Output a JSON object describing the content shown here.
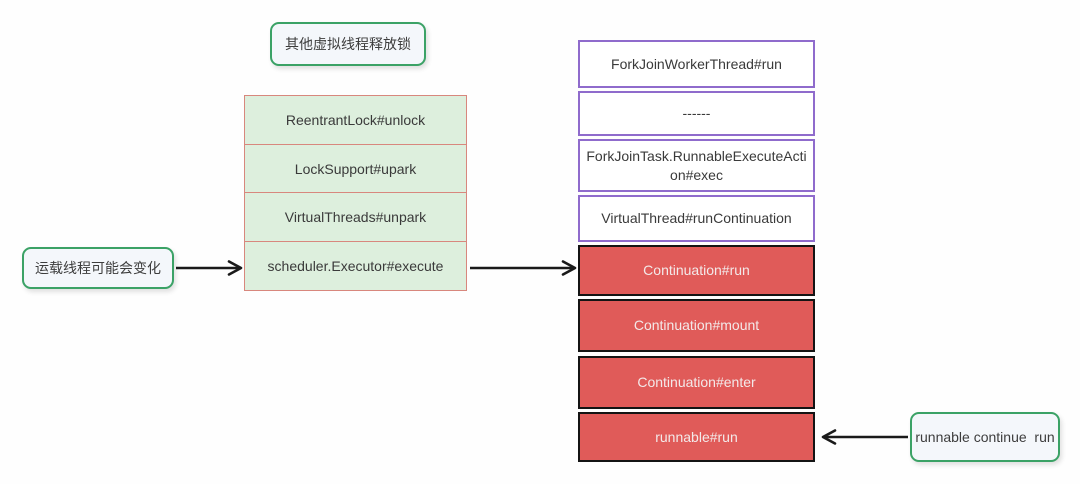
{
  "diagram_title": "virtual-thread-unpark-call-stack",
  "notes": {
    "other_threads_release_lock": "其他虚拟线程释放锁",
    "carrier_thread_may_change": "运载线程可能会变化",
    "runnable_continue_run": "runnable continue  run"
  },
  "unlock_stack": {
    "cells": [
      {
        "label": "ReentrantLock#unlock"
      },
      {
        "label": "LockSupport#upark"
      },
      {
        "label": "VirtualThreads#unpark"
      },
      {
        "label": "scheduler.Executor#execute"
      }
    ]
  },
  "carrier_call_stack": {
    "worker_frames": [
      {
        "label": "ForkJoinWorkerThread#run"
      },
      {
        "label": "------"
      },
      {
        "label": "ForkJoinTask.RunnableExecuteAction#exec"
      },
      {
        "label": "VirtualThread#runContinuation"
      }
    ],
    "continuation_frames": [
      {
        "label": "Continuation#run"
      },
      {
        "label": "Continuation#mount"
      },
      {
        "label": "Continuation#enter"
      },
      {
        "label": "runnable#run"
      }
    ]
  },
  "colors": {
    "note_border": "#3ba266",
    "note_fill": "#f4f7fb",
    "green_cell_fill": "#ddefdd",
    "green_cell_border": "#d8877d",
    "purple_cell_border": "#8f6bcc",
    "red_cell_fill": "#e05b59",
    "red_cell_border": "#141414",
    "red_cell_text": "#f3e9e9",
    "arrow": "#1a1a1a"
  }
}
